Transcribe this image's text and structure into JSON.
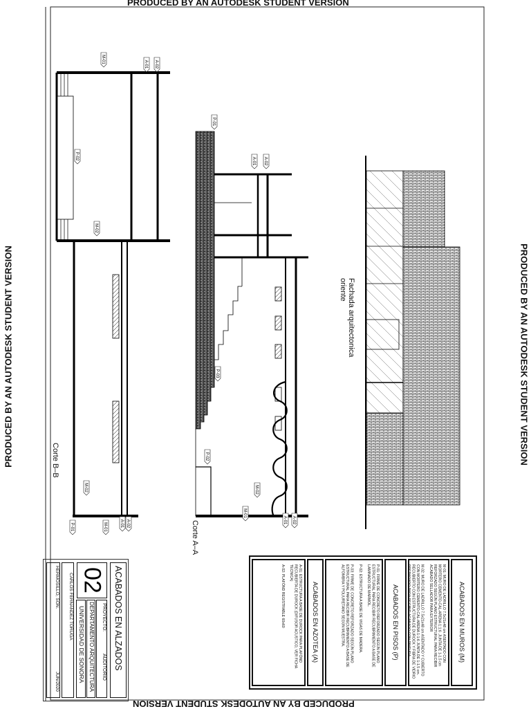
{
  "watermark": "PRODUCED BY AN AUTODESK STUDENT VERSION",
  "corte_bb": {
    "title": "Corte B–B",
    "tags": [
      "M-01",
      "A-01",
      "A-02",
      "P-02",
      "M-02",
      "M-02",
      "P-01",
      "M-01",
      "A-01",
      "A-02"
    ]
  },
  "corte_aa": {
    "title": "Corte A–A",
    "tags": [
      "P-01",
      "A-01",
      "A-02",
      "P-03",
      "P-02",
      "M-02",
      "M-01",
      "A-01",
      "A-02"
    ]
  },
  "fachada": {
    "title_line1": "Fachada arquitectonica",
    "title_line2": "oriente"
  },
  "legend": {
    "muros": {
      "header": "ACABADOS EN MUROS (M)",
      "items": [
        "M-01: MURO DE LADRILLO 7.5x21x48 cm ASENTADO CON MORTERO CEMENTO-CAL-ARENA 1:1:6 ,JUNTA DE 1-1.5 cm REFORZADO SEGÚN PLANO ESTRUCTURAL PARA RECIBIR ACABADO SELLADOR PARA EXTERIOR",
        "M-02: MURO DE LADRILLO 7.5x21x48 cm ASENTADO Y CUBIERTO CON MORTERO CEMENTO-CAL-ARENA 1:1:6 JUNTA DE 1-1.5 cm. RECUBIERTO CON ESTRUCTURA DE DUROCK Y FIBRA DE VIDRIO PREPARADO PARA RECIBIR ACABADO CON PINTURA."
      ]
    },
    "pisos": {
      "header": "ACABADOS EN PISOS (P)",
      "items": [
        "P-01: FIRME DE CONCRETO REFORZADO SEGÚN PLANO ESTRUCTURAL PARA RECIBIR RECUBRIMIENTO A BASE DE LAMINADO DE MARMOL.",
        "P-02: ESTRUCTURA A BASE DE VIGAS DE MADERA.",
        "P-03: FIRME DE CONCRETO REFORZADO SEGÚN PLANO ESTRUCTURAL PARA RECIBIR RECUBRIMIENTO A BASE DE ALFOMBRA Y POLIURETANO SEGÚN MUESTRA."
      ]
    },
    "azotea": {
      "header": "ACABADOS EN AZOTEA (A)",
      "items": [
        "A-01: ESTRUCTURA A BASE DE DUROCK PARA PLAFÓND RECUBIERTA DE DUROCK (DIFUSOR ACUSTICO, VER FICHA TECNICA)",
        "A-02: PLAFÓND REGISTRABLE 60x60"
      ]
    }
  },
  "title_block": {
    "sheet_title": "ACABADOS EN ALZADOS",
    "sheet_number": "02",
    "project_label": "PROYECTO:",
    "project": "AUDITORIO",
    "department": "DEPARTAMENTO ARQUITECTURA",
    "university": "UNIVERSIDAD DE SONORA",
    "author": "CARLOS FERNANDEZ TORUGA",
    "location": "HERMOSILLO, SON.",
    "date": "JUN/2020"
  }
}
